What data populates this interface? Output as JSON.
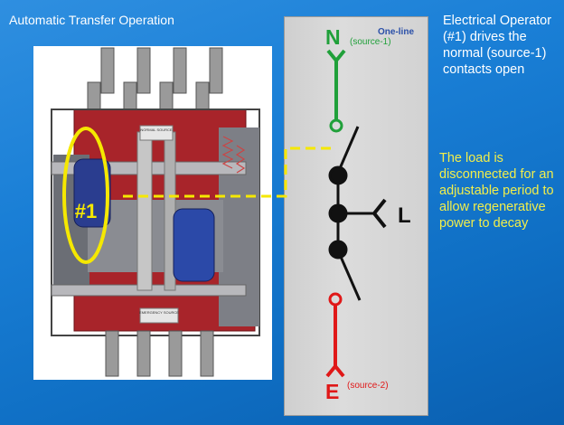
{
  "slide": {
    "title": "Automatic Transfer Operation",
    "description_1": "Electrical Operator (#1) drives the normal (source-1) contacts open",
    "description_2": "The load is disconnected for an adjustable period to allow regenerative power to decay"
  },
  "photo": {
    "callout_label": "#1",
    "plate_normal": "NORMAL SOURCE",
    "plate_emergency": "EMERGENCY SOURCE"
  },
  "one_line": {
    "heading": "One-line",
    "source1_letter": "N",
    "source1_label": "(source-1)",
    "source2_letter": "E",
    "source2_label": "(source-2)",
    "load_letter": "L"
  },
  "colors": {
    "background": "#1a7fd6",
    "source1": "#20a03a",
    "source2": "#e01818",
    "callout": "#f5e800",
    "note_highlight": "#f2ee4a"
  }
}
